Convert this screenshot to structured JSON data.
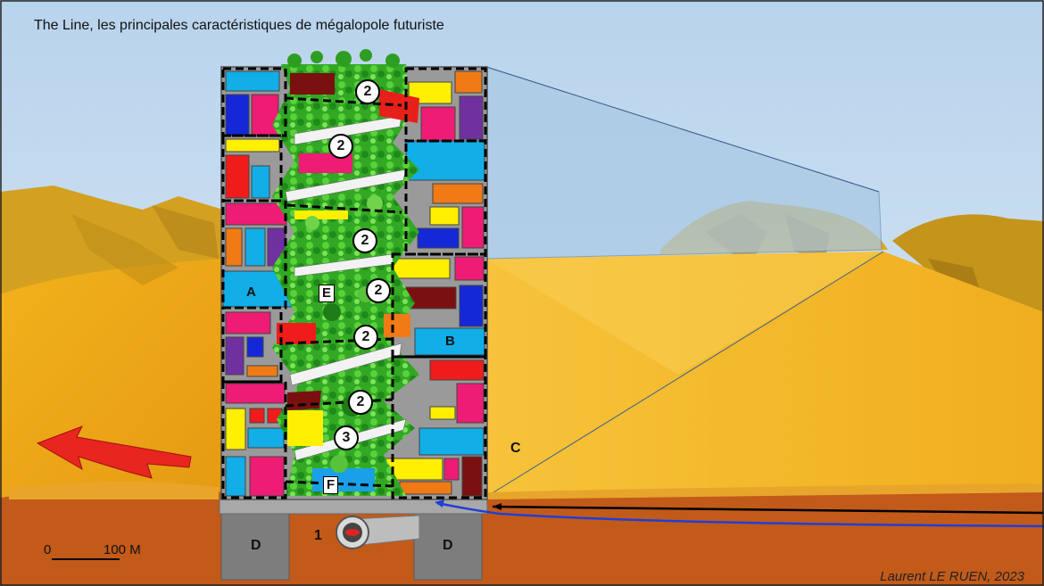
{
  "title": "The Line, les principales caractéristiques de mégalopole futuriste",
  "labels": {
    "A": "A",
    "B": "B",
    "C": "C",
    "D1": "D",
    "D2": "D",
    "E": "E",
    "F": "F",
    "one": "1"
  },
  "markers": {
    "two": "2",
    "three": "3"
  },
  "scale": {
    "zero": "0",
    "distance": "100 M"
  },
  "credit": "Laurent LE RUEN, 2023",
  "colors": {
    "sky": "#bcd6ec",
    "sand": "#f4b622",
    "ground": "#c0581a",
    "concrete": "#808080",
    "vegetation": "#3cb82a",
    "arrow_red": "#e8251f",
    "arrow_blue": "#1f3fd6"
  }
}
